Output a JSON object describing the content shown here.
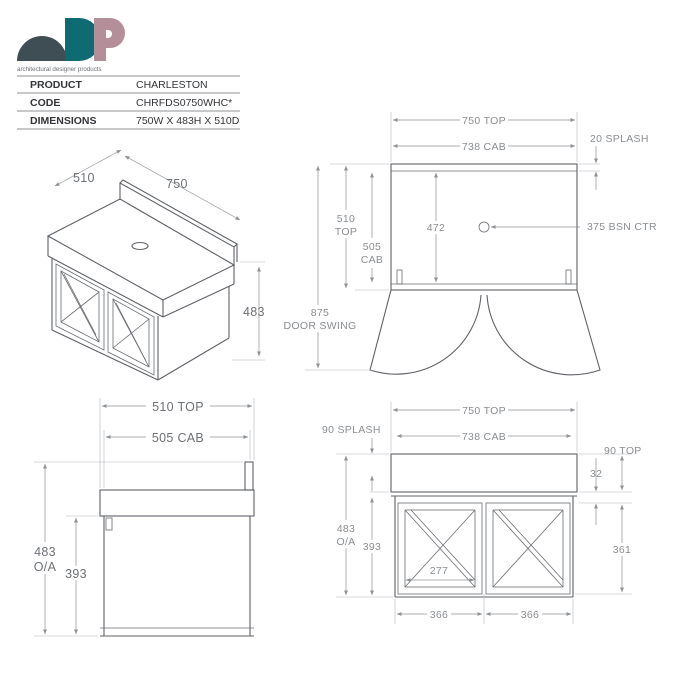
{
  "brand": {
    "tagline": "architectural designer products",
    "colors": {
      "teal": "#0e6b71",
      "mauve": "#b48e98",
      "slate": "#3f4d55"
    }
  },
  "spec_table": {
    "rows": [
      {
        "label": "PRODUCT",
        "value": "CHARLESTON"
      },
      {
        "label": "CODE",
        "value": "CHRFDS0750WHC*"
      },
      {
        "label": "DIMENSIONS",
        "value": "750W X 483H X 510D"
      }
    ]
  },
  "iso_view": {
    "depth": "510",
    "width": "750",
    "height": "483"
  },
  "plan_view": {
    "top": "750 TOP",
    "splash": "20 SPLASH",
    "cab": "738 CAB",
    "depth_top_1": "510",
    "depth_top_2": "TOP",
    "cab_depth_1": "505",
    "cab_depth_2": "CAB",
    "inner": "472",
    "basin_ctr": "375 BSN CTR",
    "door_swing_1": "875",
    "door_swing_2": "DOOR SWING"
  },
  "side_view": {
    "top": "510 TOP",
    "cab": "505 CAB",
    "overall_1": "483",
    "overall_2": "O/A",
    "body": "393"
  },
  "front_view": {
    "top": "750 TOP",
    "splash": "90 SPLASH",
    "cab": "738 CAB",
    "top_thk": "90 TOP",
    "gap": "32",
    "overall_1": "483",
    "overall_2": "O/A",
    "body": "393",
    "door_h": "361",
    "door_w": "277",
    "door_l": "366",
    "door_r": "366"
  }
}
